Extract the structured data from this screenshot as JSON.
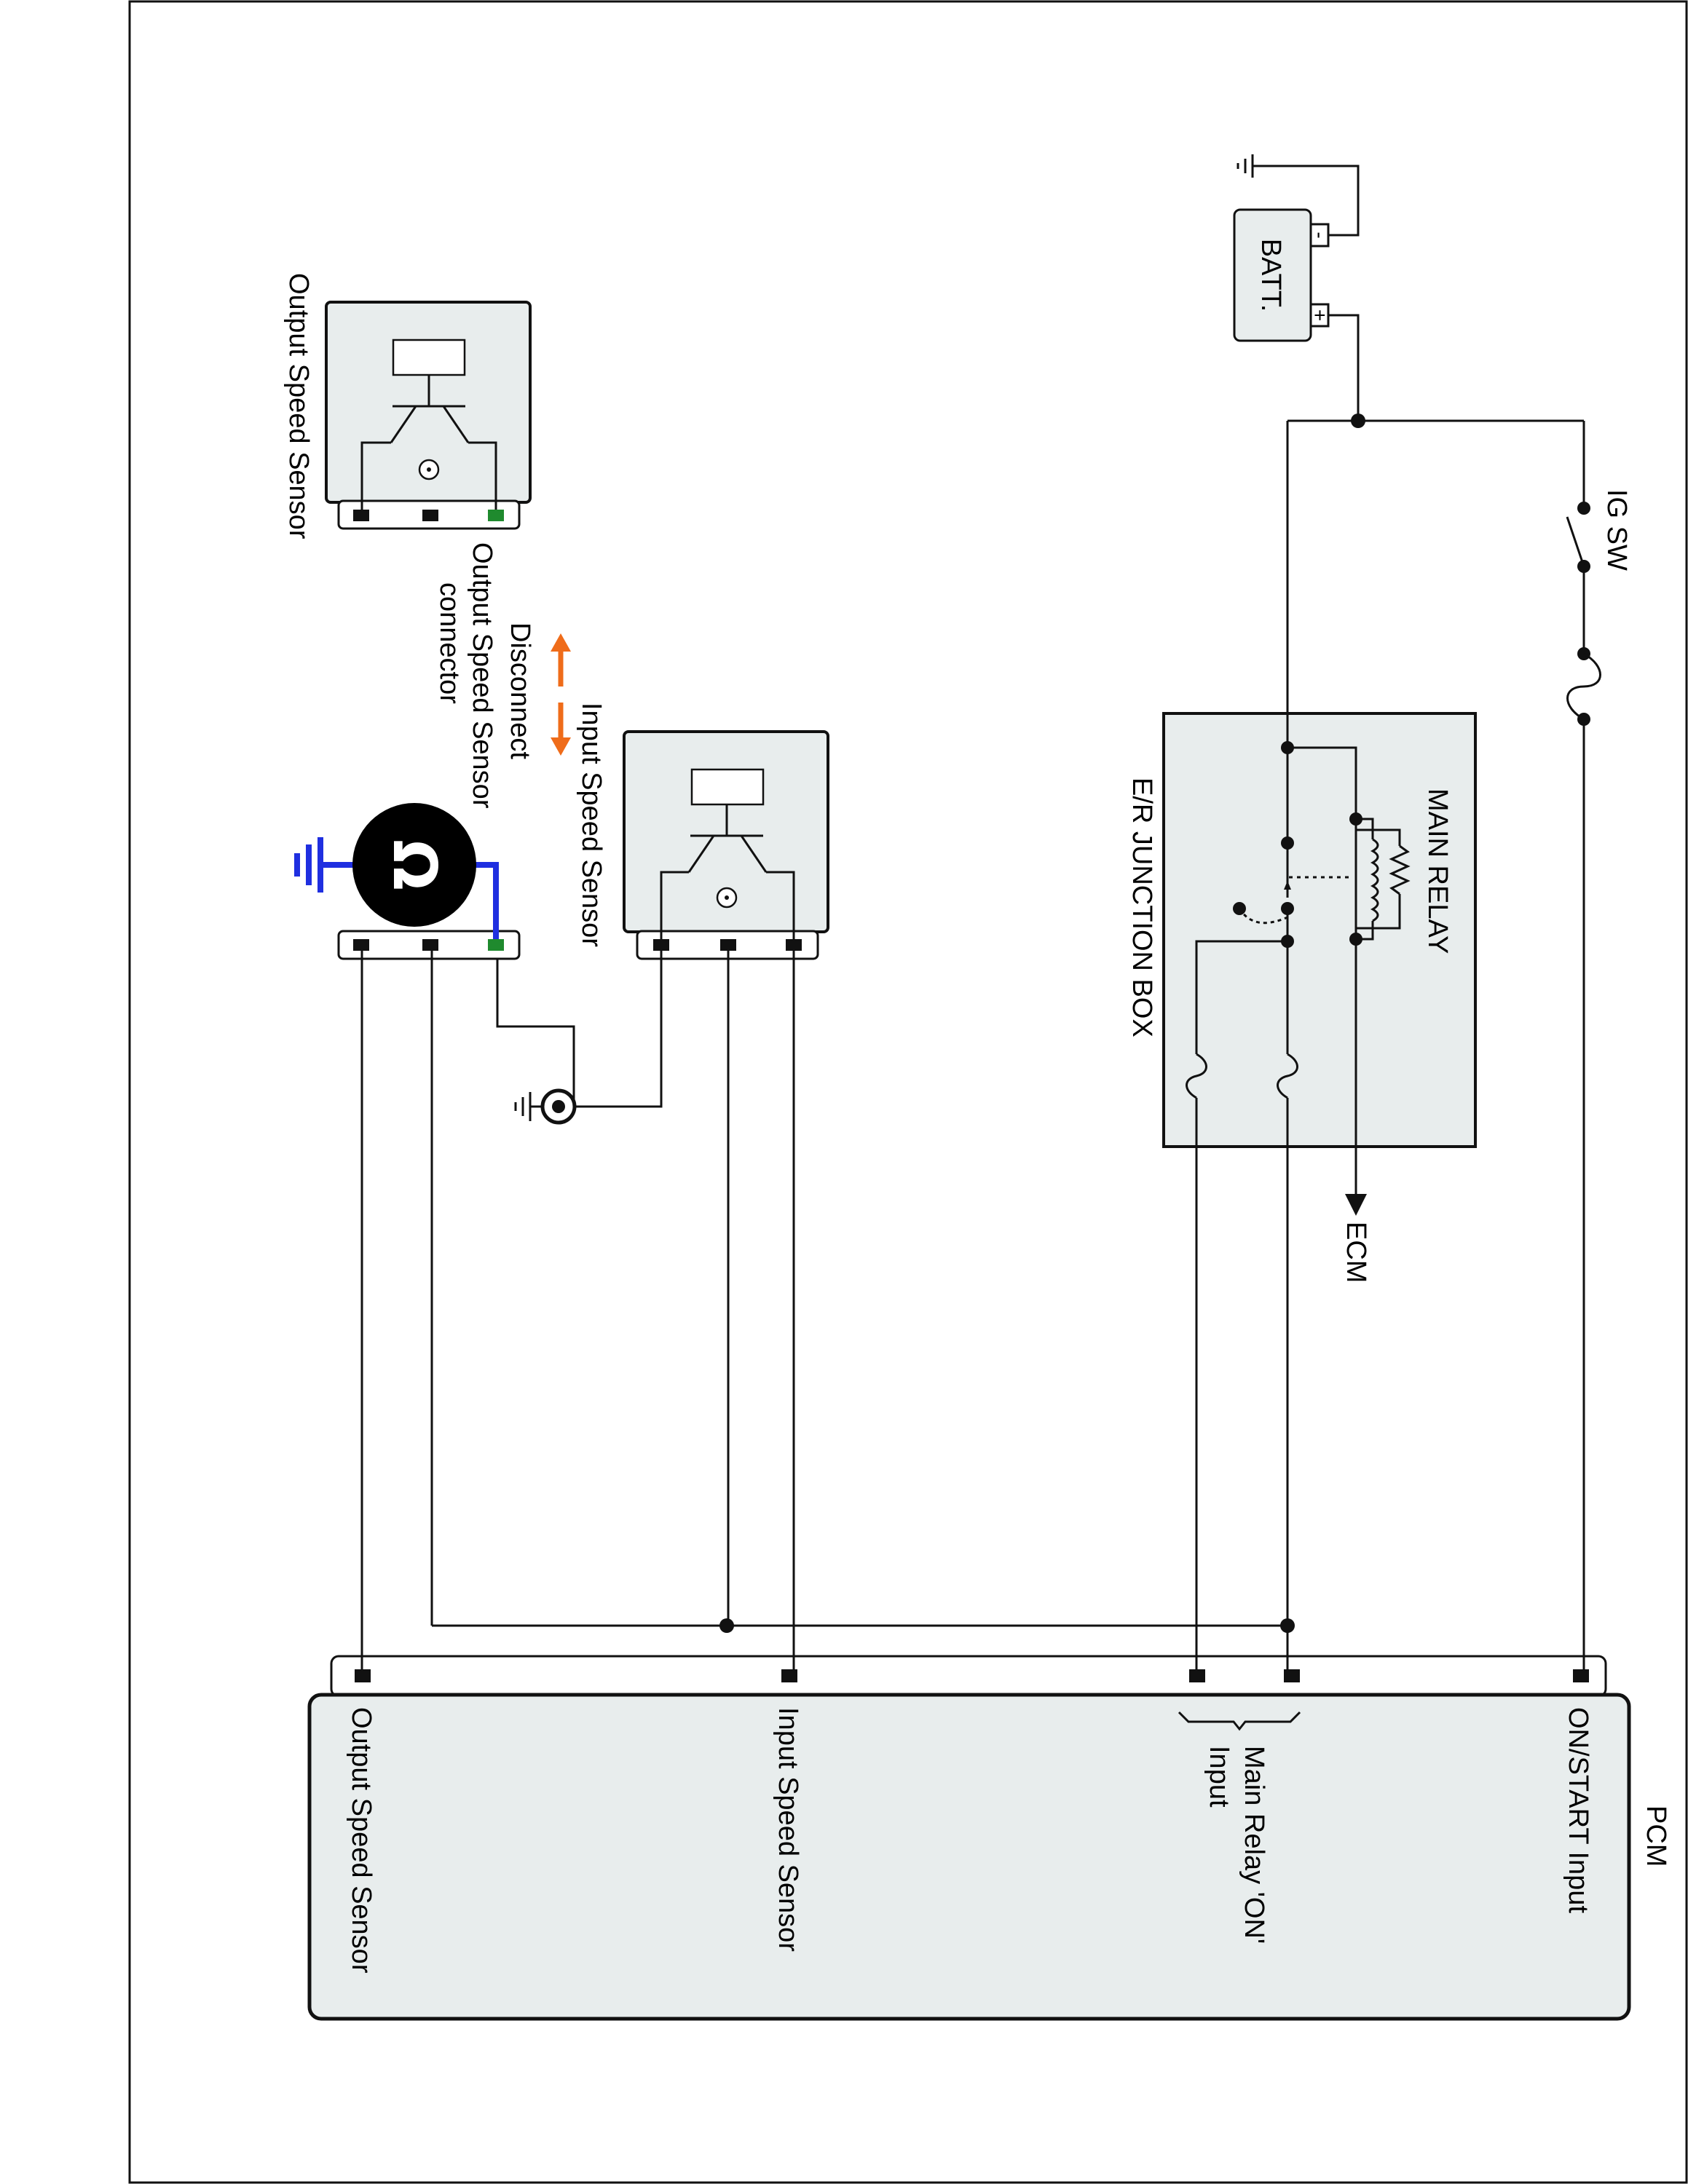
{
  "labels": {
    "pcm": "PCM",
    "on_start_input": "ON/START Input",
    "main_relay_on_input_line1": "Main Relay 'ON'",
    "main_relay_on_input_line2": "Input",
    "input_speed_sensor_pcm": "Input Speed Sensor",
    "output_speed_sensor_pcm": "Output Speed Sensor",
    "batt": "BATT.",
    "batt_plus": "+",
    "batt_minus": "-",
    "ig_sw": "IG SW",
    "main_relay": "MAIN RELAY",
    "junction_box": "E/R JUNCTION BOX",
    "ecm": "ECM",
    "input_speed_sensor": "Input Speed Sensor",
    "disconnect": "Disconnect",
    "output_speed_sensor_connector_line1": "Output Speed Sensor",
    "output_speed_sensor_connector_line2": "connector",
    "output_speed_sensor": "Output Speed Sensor",
    "ohmmeter_symbol": "Ω"
  },
  "colors": {
    "meter_wire": "#1f2fe0",
    "disconnect_arrow": "#ef6c1a",
    "active_pin": "#1f8a2e",
    "component_fill": "#e8eded"
  },
  "icons": {
    "ohmmeter": "ohmmeter-icon",
    "ground": "ground-icon",
    "fuse": "fuse-icon",
    "switch": "switch-icon",
    "arrow": "arrow-icon"
  }
}
